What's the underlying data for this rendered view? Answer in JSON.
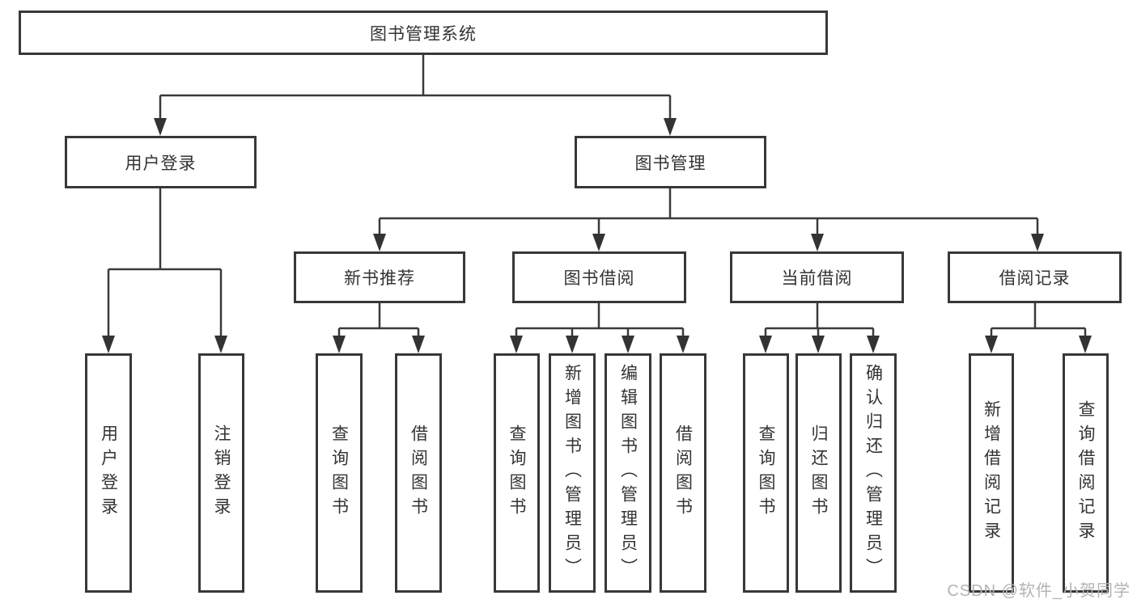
{
  "tree": {
    "root": "图书管理系统",
    "branches": [
      {
        "label": "用户登录",
        "children": [
          "用户登录",
          "注销登录"
        ]
      },
      {
        "label": "图书管理",
        "children": [
          {
            "label": "新书推荐",
            "children": [
              "查询图书",
              "借阅图书"
            ]
          },
          {
            "label": "图书借阅",
            "children": [
              "查询图书",
              "新增图书（管理员）",
              "编辑图书（管理员）",
              "借阅图书"
            ]
          },
          {
            "label": "当前借阅",
            "children": [
              "查询图书",
              "归还图书",
              "确认归还（管理员）"
            ]
          },
          {
            "label": "借阅记录",
            "children": [
              "新增借阅记录",
              "查询借阅记录"
            ]
          }
        ]
      }
    ]
  },
  "watermark": {
    "text": "CSDN @软件_小贺同学"
  },
  "colors": {
    "line": "#3a3a3a",
    "arrow": "#333333",
    "box_border": "#383838",
    "text": "#333333",
    "watermark": "#b3b3b3",
    "background": "#ffffff"
  }
}
